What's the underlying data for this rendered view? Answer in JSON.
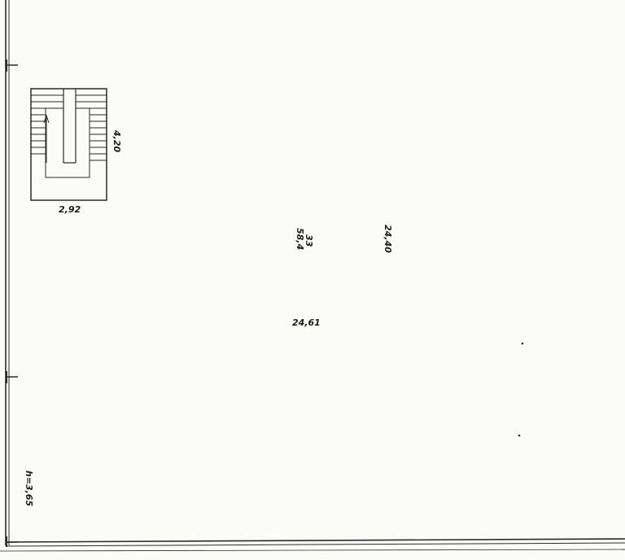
{
  "plan": {
    "stair_width": "2,92",
    "stair_length": "4,20",
    "area_a_line1": "33",
    "area_a_line2": "58,4",
    "area_b": "24,40",
    "area_c": "24,61",
    "ceiling_height": "h=3,65"
  },
  "colors": {
    "paper": "#fbfbf8",
    "ink": "#2a2a2a"
  }
}
